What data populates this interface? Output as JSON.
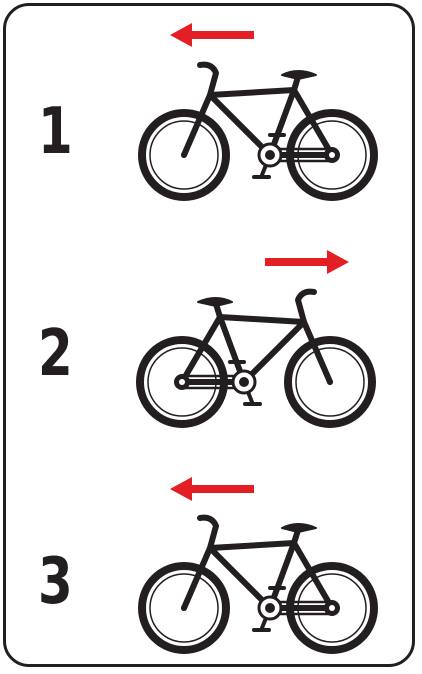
{
  "colors": {
    "ink": "#231f20",
    "arrow": "#e31e24",
    "border": "#231f20"
  },
  "panels": [
    {
      "number": "1",
      "arrow_direction": "left",
      "bike_facing": "left",
      "icon": "bicycle-icon"
    },
    {
      "number": "2",
      "arrow_direction": "right",
      "bike_facing": "right",
      "icon": "bicycle-icon"
    },
    {
      "number": "3",
      "arrow_direction": "left",
      "bike_facing": "left",
      "icon": "bicycle-icon"
    }
  ]
}
